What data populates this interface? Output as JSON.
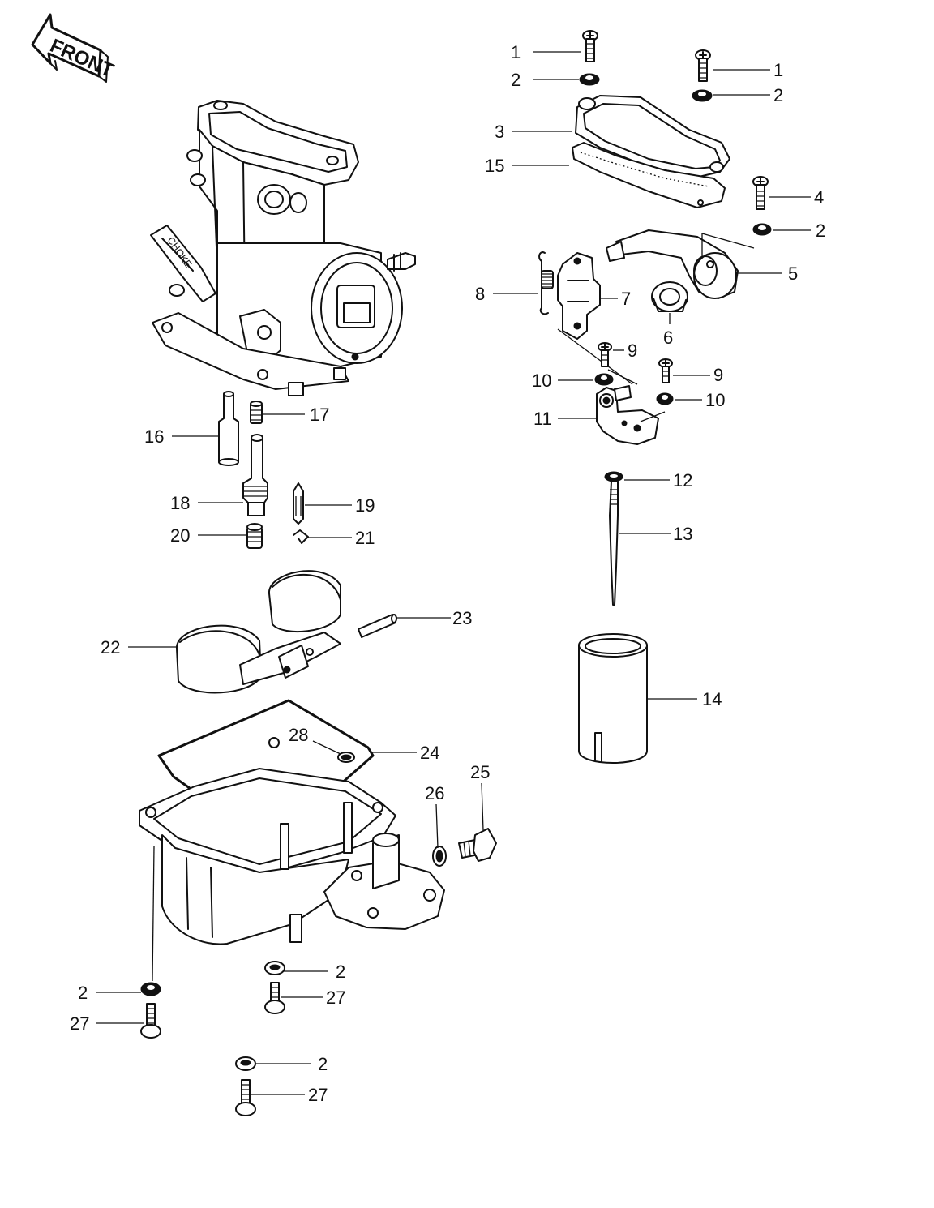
{
  "front_badge": "FRONT",
  "choke_marking": "CHOKE",
  "callouts": [
    {
      "id": "c1a",
      "text": "1"
    },
    {
      "id": "c1b",
      "text": "1"
    },
    {
      "id": "c2a",
      "text": "2"
    },
    {
      "id": "c2b",
      "text": "2"
    },
    {
      "id": "c3",
      "text": "3"
    },
    {
      "id": "c15",
      "text": "15"
    },
    {
      "id": "c4",
      "text": "4"
    },
    {
      "id": "c2c",
      "text": "2"
    },
    {
      "id": "c5",
      "text": "5"
    },
    {
      "id": "c8",
      "text": "8"
    },
    {
      "id": "c7",
      "text": "7"
    },
    {
      "id": "c6",
      "text": "6"
    },
    {
      "id": "c9a",
      "text": "9"
    },
    {
      "id": "c9b",
      "text": "9"
    },
    {
      "id": "c10a",
      "text": "10"
    },
    {
      "id": "c10b",
      "text": "10"
    },
    {
      "id": "c11",
      "text": "11"
    },
    {
      "id": "c12",
      "text": "12"
    },
    {
      "id": "c13",
      "text": "13"
    },
    {
      "id": "c14",
      "text": "14"
    },
    {
      "id": "c16",
      "text": "16"
    },
    {
      "id": "c17",
      "text": "17"
    },
    {
      "id": "c18",
      "text": "18"
    },
    {
      "id": "c19",
      "text": "19"
    },
    {
      "id": "c20",
      "text": "20"
    },
    {
      "id": "c21",
      "text": "21"
    },
    {
      "id": "c22",
      "text": "22"
    },
    {
      "id": "c23",
      "text": "23"
    },
    {
      "id": "c24",
      "text": "24"
    },
    {
      "id": "c28",
      "text": "28"
    },
    {
      "id": "c25",
      "text": "25"
    },
    {
      "id": "c26",
      "text": "26"
    },
    {
      "id": "c2d",
      "text": "2"
    },
    {
      "id": "c27a",
      "text": "27"
    },
    {
      "id": "c2e",
      "text": "2"
    },
    {
      "id": "c27b",
      "text": "27"
    },
    {
      "id": "c2f",
      "text": "2"
    },
    {
      "id": "c27c",
      "text": "27"
    }
  ]
}
